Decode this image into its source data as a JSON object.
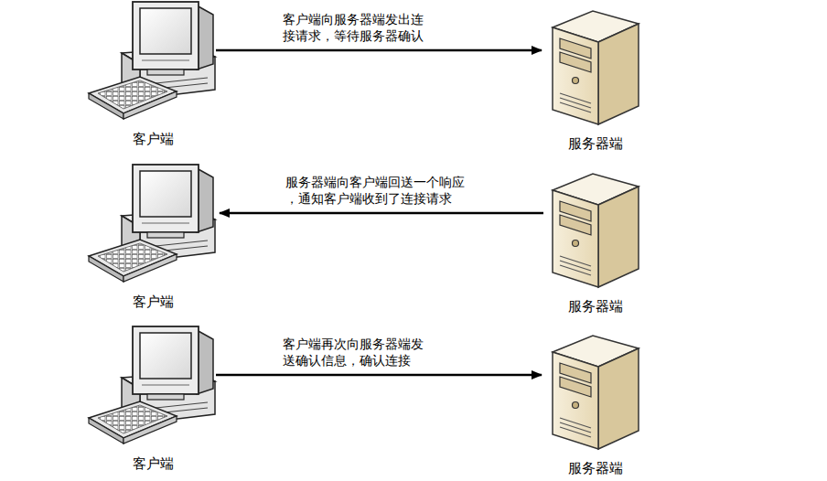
{
  "diagram": {
    "nodes": [
      {
        "text": [
          "客户端"
        ]
      },
      {
        "text": [
          "服务器端"
        ]
      },
      {
        "text": [
          "客户端"
        ]
      },
      {
        "text": [
          "服务器端"
        ]
      },
      {
        "text": [
          "客户端"
        ]
      },
      {
        "text": [
          "服务器端"
        ]
      }
    ],
    "edges": [
      {
        "from": 0,
        "to": 1,
        "arrow": "to",
        "label": "客户端向服务器端发出连 接请求，等待服务器确认"
      },
      {
        "from": 3,
        "to": 2,
        "arrow": "to",
        "label": "服务器端向客户端回送一个响应 ，通知客户端收到了连接请求"
      },
      {
        "from": 4,
        "to": 5,
        "arrow": "to",
        "label": "客户端再次向服务器端发 送确认信息，确认连接"
      }
    ]
  }
}
